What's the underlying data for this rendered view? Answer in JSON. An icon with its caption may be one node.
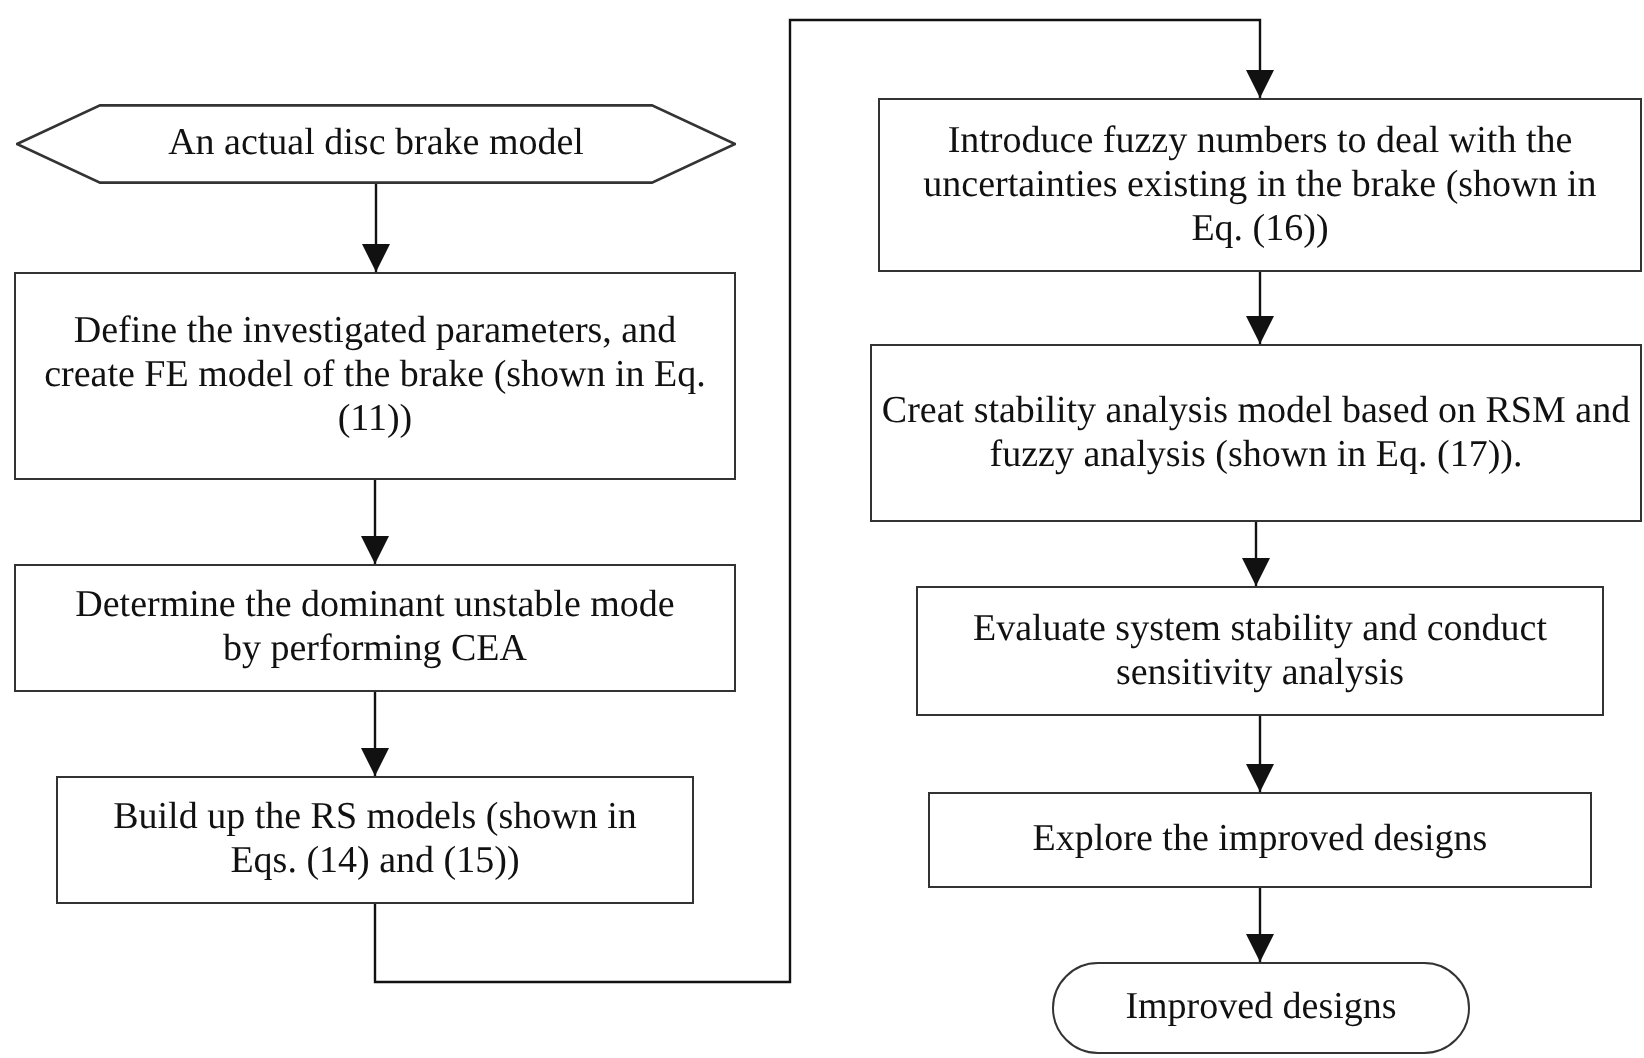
{
  "diagram": {
    "nodes": [
      {
        "text": [
          "An actual disc brake model"
        ]
      },
      {
        "text": [
          "Define the investigated parameters, and create  FE model of the brake (shown in Eq. (11))"
        ]
      },
      {
        "text": [
          "Determine the dominant unstable mode by performing CEA"
        ]
      },
      {
        "text": [
          "Build up the RS models (shown in Eqs. (14) and (15))"
        ]
      },
      {
        "text": [
          "Introduce fuzzy numbers to deal with the uncertainties existing in the brake (shown in Eq. (16))"
        ]
      },
      {
        "text": [
          "Creat stability analysis model based on RSM and fuzzy analysis (shown in Eq.  (17))."
        ]
      },
      {
        "text": [
          "Evaluate system stability and conduct sensitivity analysis"
        ]
      },
      {
        "text": [
          "Explore the improved designs"
        ]
      },
      {
        "text": [
          "Improved designs"
        ]
      }
    ],
    "edges": [
      {
        "from": 0,
        "to": 1,
        "arrow": "to"
      },
      {
        "from": 1,
        "to": 2,
        "arrow": "to"
      },
      {
        "from": 2,
        "to": 3,
        "arrow": "to"
      },
      {
        "from": 3,
        "to": 4,
        "arrow": "to"
      },
      {
        "from": 4,
        "to": 5,
        "arrow": "to"
      },
      {
        "from": 5,
        "to": 6,
        "arrow": "to"
      },
      {
        "from": 6,
        "to": 7,
        "arrow": "to"
      },
      {
        "from": 7,
        "to": 8,
        "arrow": "to"
      }
    ]
  }
}
